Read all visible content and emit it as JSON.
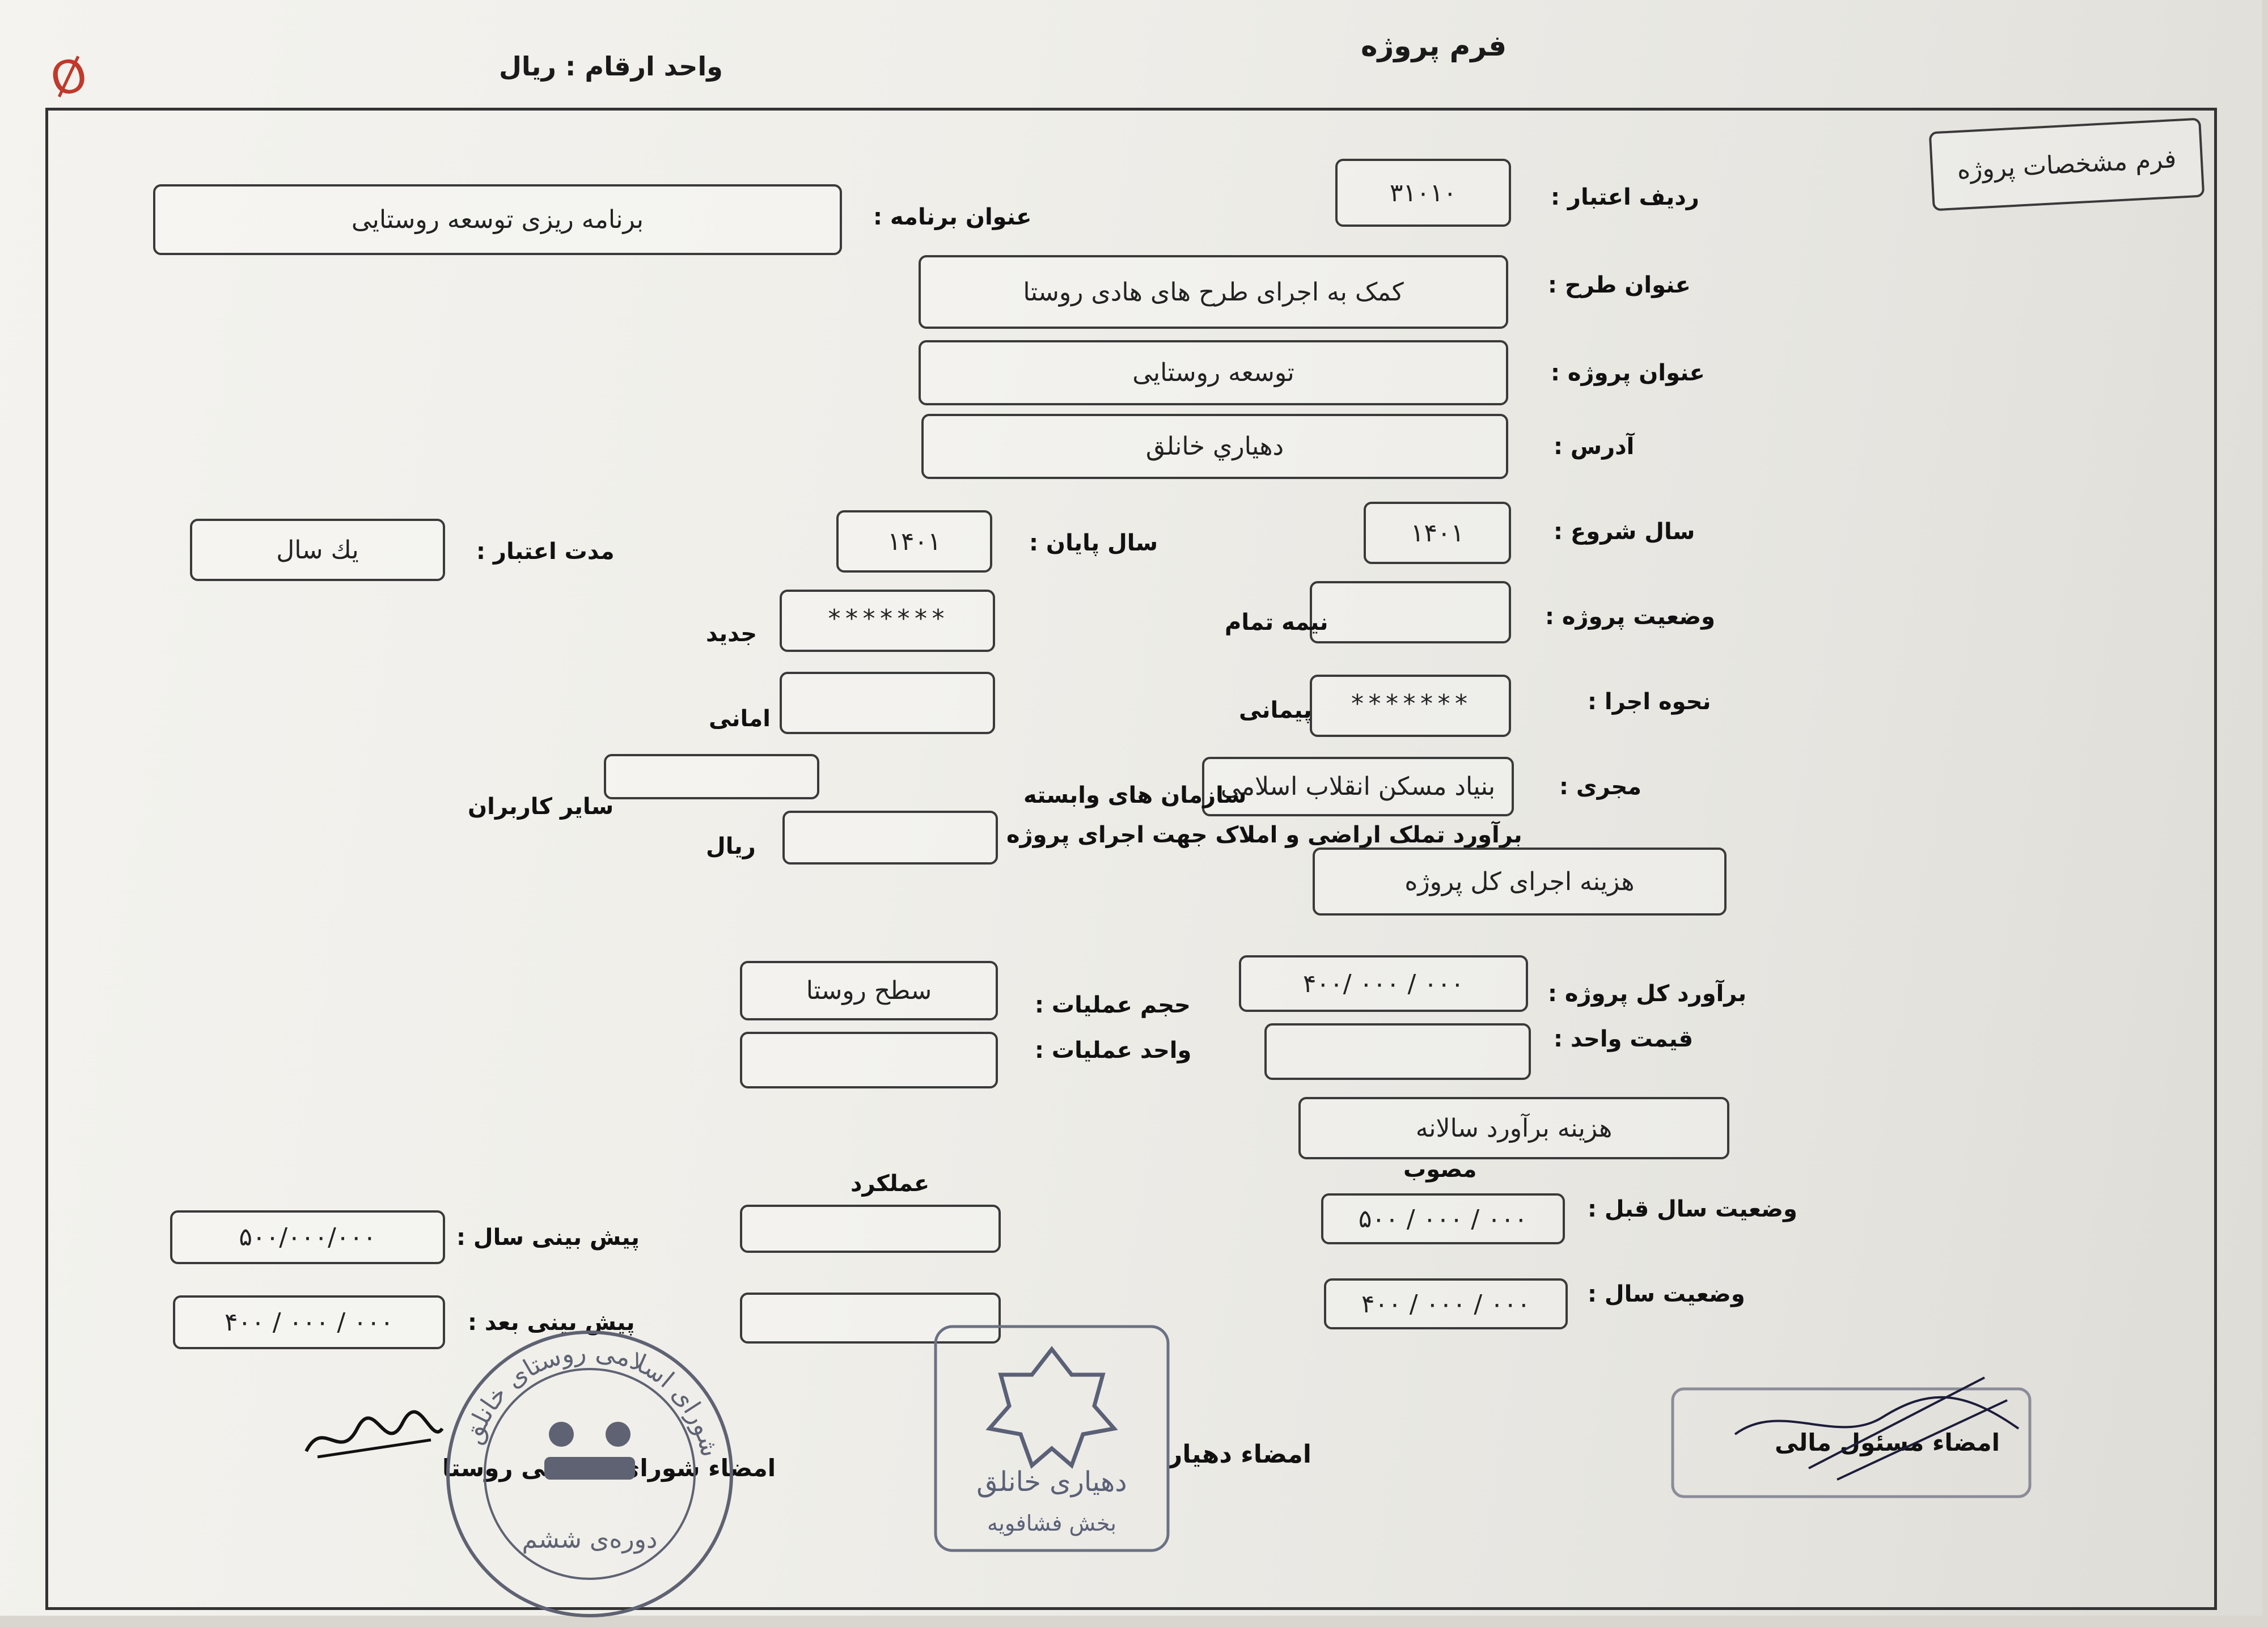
{
  "header": {
    "form_title": "فرم پروژه",
    "unit_label": "واحد ارقام : ریال",
    "corner_mark": "Ø"
  },
  "section": {
    "spec_box": "فرم مشخصات پروژه"
  },
  "fields": {
    "credit_row_label": "ردیف اعتبار :",
    "credit_row_value": "۳۱۰۱۰",
    "program_title_label": "عنوان برنامه :",
    "program_title_value": "برنامه ریزی توسعه روستایی",
    "plan_title_label": "عنوان طرح :",
    "plan_title_value": "کمک به اجرای طرح های هادی روستا",
    "project_title_label": "عنوان پروژه :",
    "project_title_value": "توسعه روستایی",
    "address_label": "آدرس :",
    "address_value": "دهياري خانلق",
    "start_year_label": "سال شروع :",
    "start_year_value": "۱۴۰۱",
    "end_year_label": "سال پایان :",
    "end_year_value": "۱۴۰۱",
    "credit_period_label": "مدت اعتبار :",
    "credit_period_value": "يك سال",
    "status_label": "وضعیت پروژه :",
    "status_half_label": "نیمه تمام",
    "status_half_value": "",
    "status_new_label": "جدید",
    "status_new_value": "*******",
    "execution_label": "نحوه اجرا :",
    "execution_contract_label": "پیمانی",
    "execution_contract_value": "*******",
    "execution_trust_label": "امانی",
    "execution_trust_value": "",
    "executor_label": "مجری :",
    "executor_value": "بنیاد مسکن انقلاب اسلامی",
    "affiliated_label": "سازمان های وابسته",
    "other_users_label": "سایر کاربران",
    "other_users_value": "",
    "land_estimate_label": "برآورد تملک اراضی و املاک جهت اجرای پروژه",
    "land_estimate_value": "",
    "rial_label": "ریال",
    "total_cost_heading": "هزینه اجرای کل پروژه",
    "total_estimate_label": "برآورد کل پروژه :",
    "total_estimate_value": "۴۰۰/ ۰۰۰ / ۰۰۰",
    "unit_price_label": "قیمت واحد :",
    "unit_price_value": "",
    "op_volume_label": "حجم عملیات :",
    "op_volume_value": "سطح روستا",
    "op_unit_label": "واحد عملیات :",
    "op_unit_value": "",
    "annual_heading": "هزینه برآورد سالانه",
    "approved_label": "مصوب",
    "performance_label": "عملکرد",
    "prev_year_label": "وضعیت سال قبل :",
    "prev_year_value": "۵۰۰ / ۰۰۰ / ۰۰۰",
    "prev_year_perf": "",
    "year_status_label": "وضعیت سال :",
    "year_status_value": "۴۰۰ / ۰۰۰ / ۰۰۰",
    "year_status_perf": "",
    "forecast_year_label": "پیش بینی سال :",
    "forecast_year_value": "۵۰۰/۰۰۰/۰۰۰",
    "forecast_next_label": "پیش بینی بعد :",
    "forecast_next_value": "۴۰۰ / ۰۰۰ / ۰۰۰"
  },
  "signatures": {
    "finance_label": "امضاء مسئول مالی",
    "dehyar_label": "امضاء دهیار",
    "council_label": "امضاء شورای اسلامی روستا",
    "dehyar_stamp_name": "دهیاری خانلق",
    "dehyar_stamp_district": "بخش فشافویه",
    "council_stamp_ring": "شورای اسلامی روستای خانلق",
    "council_stamp_period": "دوره‌ی ششم"
  }
}
